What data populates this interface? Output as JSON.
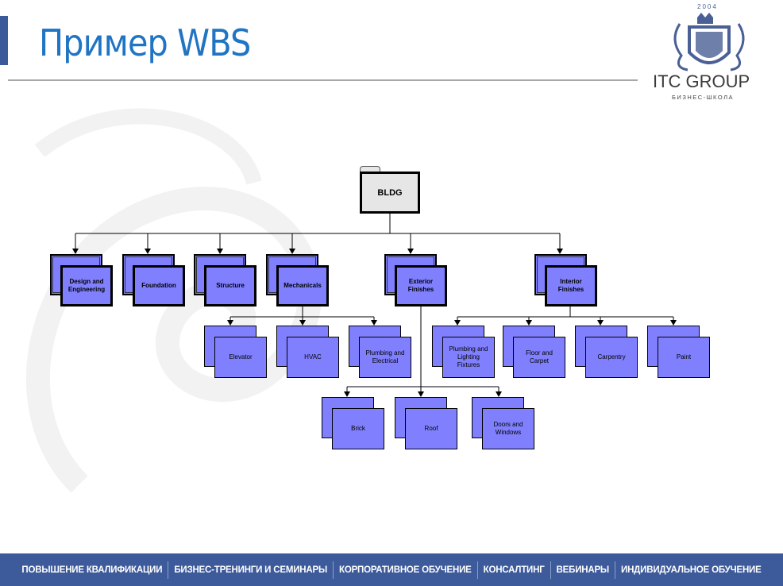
{
  "slide": {
    "title": "Пример WBS"
  },
  "logo": {
    "year": "2004",
    "name": "ITC GROUP",
    "subtitle": "БИЗНЕС-ШКОЛА"
  },
  "colors": {
    "title": "#1f74c4",
    "node_fill": "#8080ff",
    "root_fill": "#e6e6e6",
    "footer_bg": "#3d5a9b"
  },
  "wbs": {
    "root": "BLDG",
    "level1": [
      "Design and Engineering",
      "Foundation",
      "Structure",
      "Mechanicals",
      "Exterior Finishes",
      "Interior Finishes"
    ],
    "mechanicals_children": [
      "Elevator",
      "HVAC",
      "Plumbing and Electrical"
    ],
    "exterior_children": [
      "Brick",
      "Roof",
      "Doors and Windows"
    ],
    "interior_children": [
      "Plumbing and Lighting Fixtures",
      "Floor and Carpet",
      "Carpentry",
      "Paint"
    ]
  },
  "footer": {
    "items": [
      "ПОВЫШЕНИЕ КВАЛИФИКАЦИИ",
      "БИЗНЕС-ТРЕНИНГИ И СЕМИНАРЫ",
      "КОРПОРАТИВНОЕ ОБУЧЕНИЕ",
      "КОНСАЛТИНГ",
      "ВЕБИНАРЫ",
      "ИНДИВИДУАЛЬНОЕ ОБУЧЕНИЕ"
    ]
  }
}
